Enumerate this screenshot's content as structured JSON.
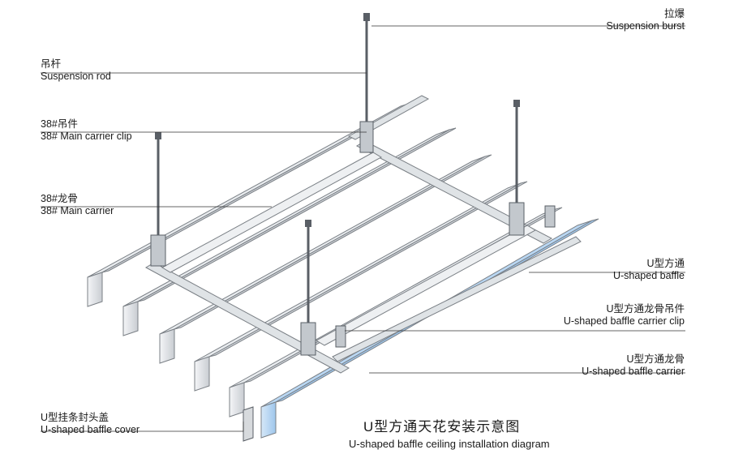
{
  "callouts": {
    "suspension_burst": {
      "cn": "拉爆",
      "en": "Suspension burst"
    },
    "suspension_rod": {
      "cn": "吊杆",
      "en": "Suspension rod"
    },
    "main_carrier_clip": {
      "cn": "38#吊件",
      "en": "38# Main carrier clip"
    },
    "main_carrier": {
      "cn": "38#龙骨",
      "en": "38#  Main carrier"
    },
    "u_shaped_baffle": {
      "cn": "U型方通",
      "en": "U-shaped baffle"
    },
    "baffle_carrier_clip": {
      "cn": "U型方通龙骨吊件",
      "en": "U-shaped baffle carrier clip"
    },
    "baffle_carrier": {
      "cn": "U型方通龙骨",
      "en": "U-shaped baffle carrier"
    },
    "baffle_cover": {
      "cn": "U型挂条封头盖",
      "en": "U-shaped baffle cover"
    }
  },
  "title": {
    "cn": "U型方通天花安装示意图",
    "en": "U-shaped baffle ceiling installation diagram"
  },
  "colors": {
    "baffle_fill": "#e9ecef",
    "baffle_edge": "#7b8086",
    "highlight_baffle": "#b9d7f3",
    "carrier_fill": "#dfe3e6",
    "rod": "#5a5f66",
    "leader_line": "#333333"
  }
}
